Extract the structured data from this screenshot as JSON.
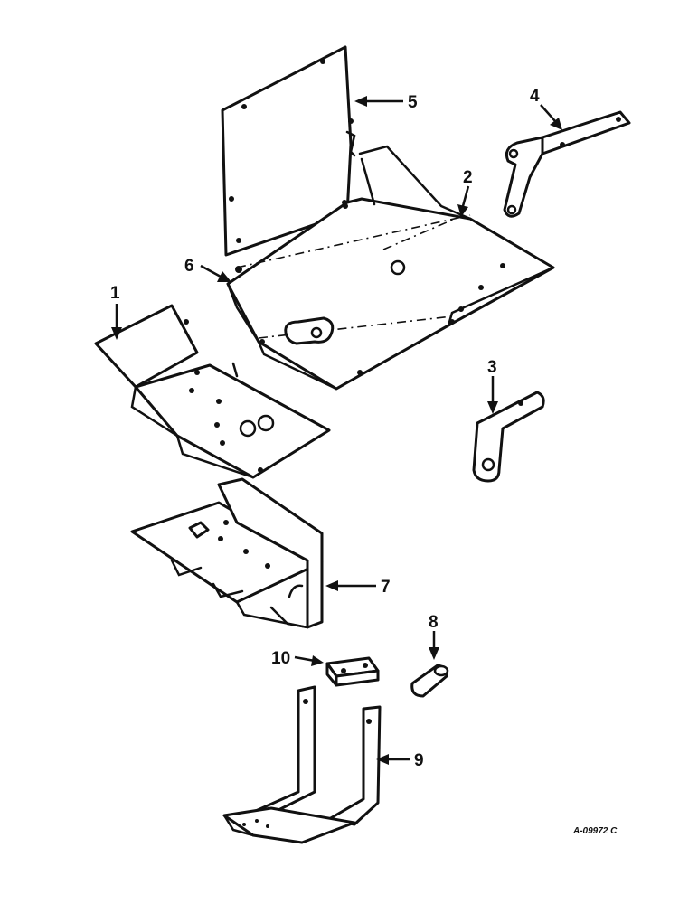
{
  "callouts": [
    {
      "id": "1",
      "label": "1"
    },
    {
      "id": "2",
      "label": "2"
    },
    {
      "id": "3",
      "label": "3"
    },
    {
      "id": "4",
      "label": "4"
    },
    {
      "id": "5",
      "label": "5"
    },
    {
      "id": "6",
      "label": "6"
    },
    {
      "id": "7",
      "label": "7"
    },
    {
      "id": "8",
      "label": "8"
    },
    {
      "id": "9",
      "label": "9"
    },
    {
      "id": "10",
      "label": "10"
    }
  ],
  "drawing_code": "A-09972 C"
}
